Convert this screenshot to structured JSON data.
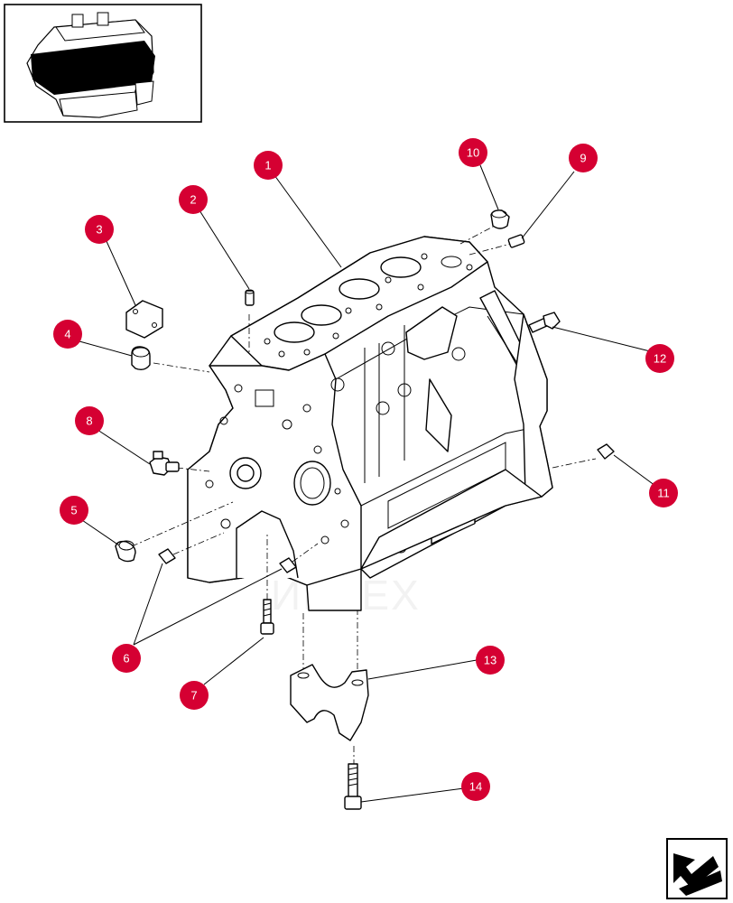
{
  "diagram": {
    "callouts": [
      {
        "id": "1",
        "label": "1"
      },
      {
        "id": "2",
        "label": "2"
      },
      {
        "id": "3",
        "label": "3"
      },
      {
        "id": "4",
        "label": "4"
      },
      {
        "id": "5",
        "label": "5"
      },
      {
        "id": "6",
        "label": "6"
      },
      {
        "id": "7",
        "label": "7"
      },
      {
        "id": "8",
        "label": "8"
      },
      {
        "id": "9",
        "label": "9"
      },
      {
        "id": "10",
        "label": "10"
      },
      {
        "id": "11",
        "label": "11"
      },
      {
        "id": "12",
        "label": "12"
      },
      {
        "id": "13",
        "label": "13"
      },
      {
        "id": "14",
        "label": "14"
      }
    ],
    "watermark": "ИНТЕХ",
    "colors": {
      "callout_fill": "#d50032",
      "callout_text": "#ffffff",
      "watermark": "#f3b3b6",
      "line": "#000000"
    },
    "icons": {
      "thumbnail": "engine-thumbnail-icon",
      "navigation": "return-arrow-icon"
    }
  }
}
